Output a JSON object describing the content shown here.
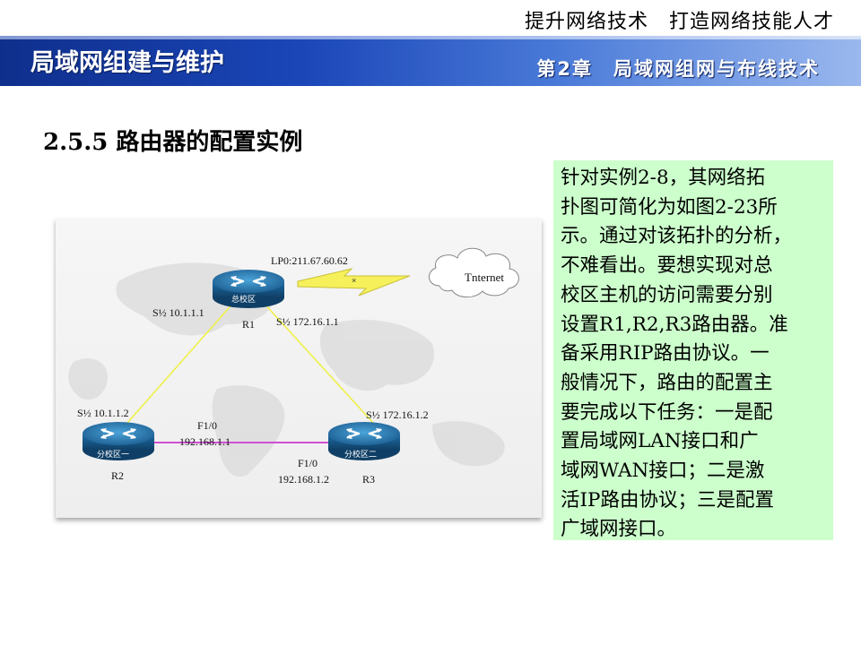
{
  "header": {
    "slogan": "提升网络技术　打造网络技能人才",
    "course_title": "局域网组建与维护",
    "chapter_title": "第2章　局域网组网与布线技术"
  },
  "section": {
    "title": "2.5.5 路由器的配置实例"
  },
  "figure": {
    "r1": {
      "name": "R1",
      "badge": "总校区",
      "s_left": "S½ 10.1.1.1",
      "s_right": "S½ 172.16.1.1",
      "lp": "LP0:211.67.60.62"
    },
    "r2": {
      "name": "R2",
      "badge": "分校区一",
      "s": "S½ 10.1.1.2",
      "f_name": "F1/0",
      "f_ip": "192.168.1.1"
    },
    "r3": {
      "name": "R3",
      "badge": "分校区二",
      "s": "S½ 172.16.1.2",
      "f_name": "F1/0",
      "f_ip": "192.168.1.2"
    },
    "cloud": "Tnternet",
    "colors": {
      "serial_link": "#f0f04a",
      "fast_link": "#d24ed2",
      "router": "#1f6fa8"
    }
  },
  "note": {
    "lines": [
      "针对实例2-8，其网络拓",
      "扑图可简化为如图2-23所",
      "示。通过对该拓扑的分析，",
      "不难看出。要想实现对总",
      "校区主机的访问需要分别",
      "设置R1,R2,R3路由器。准",
      "备采用RIP路由协议。一",
      "般情况下，路由的配置主",
      "要完成以下任务：一是配",
      "置局域网LAN接口和广",
      "域网WAN接口；二是激",
      "活IP路由协议；三是配置",
      "广域网接口。"
    ]
  }
}
